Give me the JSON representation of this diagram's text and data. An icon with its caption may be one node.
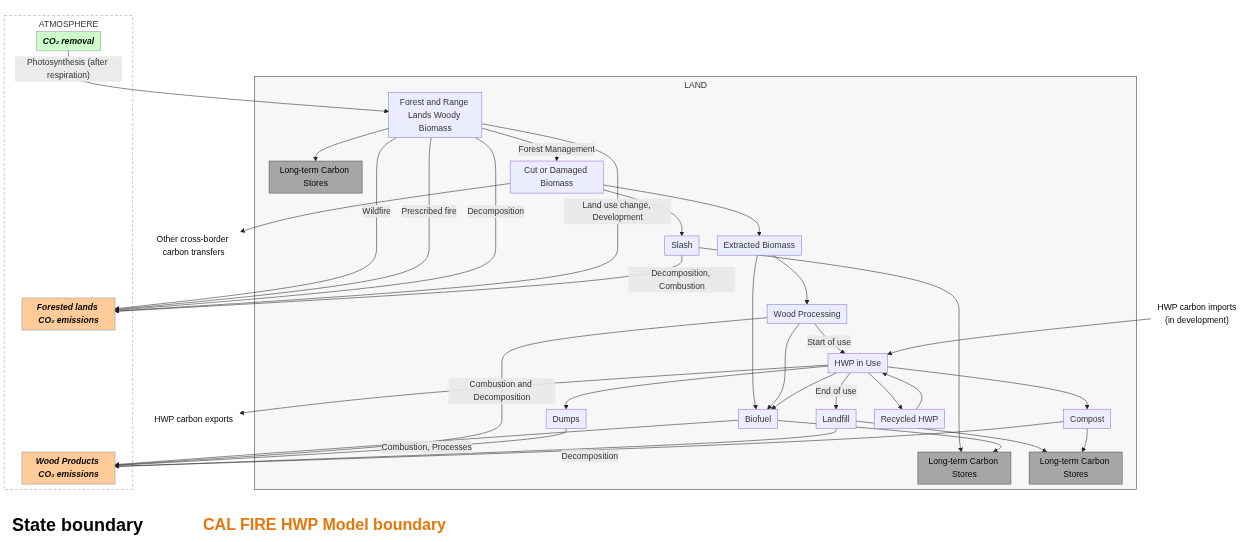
{
  "diagram": {
    "nodes": [
      {
        "text": [
          "ATMOSPHERE"
        ]
      },
      {
        "text": [
          "CO₂ removal"
        ],
        "in": 0
      },
      {
        "text": [
          "Forested lands CO₂ emissions"
        ],
        "in": 0
      },
      {
        "text": [
          "Wood Products CO₂ emissions"
        ],
        "in": 0
      },
      {
        "text": [
          "LAND"
        ]
      },
      {
        "text": [
          "Forest and Range Lands Woody Biomass"
        ],
        "in": 4
      },
      {
        "text": [
          "Long-term Carbon Stores"
        ],
        "in": 4
      },
      {
        "text": [
          "Cut or Damaged Biomass"
        ],
        "in": 4
      },
      {
        "text": [
          "Slash"
        ],
        "in": 4
      },
      {
        "text": [
          "Long-term Carbon Stores"
        ],
        "in": 4
      },
      {
        "text": [
          "Extracted Biomass"
        ],
        "in": 4
      },
      {
        "text": [
          "Biofuel"
        ],
        "in": 4
      },
      {
        "text": [
          "Wood Processing"
        ],
        "in": 4
      },
      {
        "text": [
          "HWP in Use"
        ],
        "in": 4
      },
      {
        "text": [
          "Dumps"
        ],
        "in": 4
      },
      {
        "text": [
          "Landfill"
        ],
        "in": 4
      },
      {
        "text": [
          "Compost"
        ],
        "in": 4
      },
      {
        "text": [
          "Long-term Carbon Stores"
        ],
        "in": 4
      },
      {
        "text": [
          "Recycled HWP"
        ],
        "in": 4
      },
      {
        "text": [
          "Other cross-border carbon transfers"
        ]
      },
      {
        "text": [
          "HWP carbon exports"
        ]
      },
      {
        "text": [
          "HWP carbon imports",
          "(in development)"
        ]
      }
    ],
    "edges": [
      {
        "from": 1,
        "to": 5,
        "arrow": "to",
        "label": "Photosynthesis (after respiration)"
      },
      {
        "from": 5,
        "to": 2,
        "arrow": "to",
        "label": "Wildfire"
      },
      {
        "from": 5,
        "to": 2,
        "arrow": "to",
        "label": "Prescribed fire"
      },
      {
        "from": 5,
        "to": 2,
        "arrow": "to",
        "label": "Decomposition"
      },
      {
        "from": 5,
        "to": 2,
        "arrow": "to",
        "label": "Land use change, Development"
      },
      {
        "from": 8,
        "to": 2,
        "arrow": "to",
        "label": "Decomposition, Combustion"
      },
      {
        "from": 5,
        "to": 6,
        "arrow": "to"
      },
      {
        "from": 5,
        "to": 7,
        "arrow": "to",
        "label": "Forest Management"
      },
      {
        "from": 7,
        "to": 8,
        "arrow": "to"
      },
      {
        "from": 7,
        "to": 10,
        "arrow": "to"
      },
      {
        "from": 7,
        "to": 19,
        "arrow": "to"
      },
      {
        "from": 8,
        "to": 9,
        "arrow": "to"
      },
      {
        "from": 11,
        "to": 9,
        "arrow": "to"
      },
      {
        "from": 10,
        "to": 11,
        "arrow": "to"
      },
      {
        "from": 12,
        "to": 11,
        "arrow": "to"
      },
      {
        "from": 13,
        "to": 11,
        "arrow": "to"
      },
      {
        "from": 10,
        "to": 12,
        "arrow": "to"
      },
      {
        "from": 11,
        "to": 3,
        "arrow": "to",
        "label": "Combustion, Processes"
      },
      {
        "from": 12,
        "to": 3,
        "arrow": "to",
        "label": "Combustion and Decomposition"
      },
      {
        "from": 14,
        "to": 3,
        "arrow": "to"
      },
      {
        "from": 15,
        "to": 3,
        "arrow": "to"
      },
      {
        "from": 16,
        "to": 3,
        "arrow": "to",
        "label": "Decomposition"
      },
      {
        "from": 12,
        "to": 13,
        "arrow": "to",
        "label": "Start of use"
      },
      {
        "from": 13,
        "to": 14,
        "arrow": "to"
      },
      {
        "from": 13,
        "to": 15,
        "arrow": "to",
        "label": "End of use"
      },
      {
        "from": 13,
        "to": 16,
        "arrow": "to"
      },
      {
        "from": 15,
        "to": 17,
        "arrow": "to"
      },
      {
        "from": 16,
        "to": 17,
        "arrow": "to"
      },
      {
        "from": 13,
        "to": 18,
        "arrow": "to"
      },
      {
        "from": 18,
        "to": 13,
        "arrow": "to"
      },
      {
        "from": 13,
        "to": 20,
        "arrow": "to"
      },
      {
        "from": 21,
        "to": 13,
        "arrow": "to"
      }
    ],
    "labels": [
      "State boundary",
      "CAL FIRE HWP Model boundary"
    ]
  }
}
